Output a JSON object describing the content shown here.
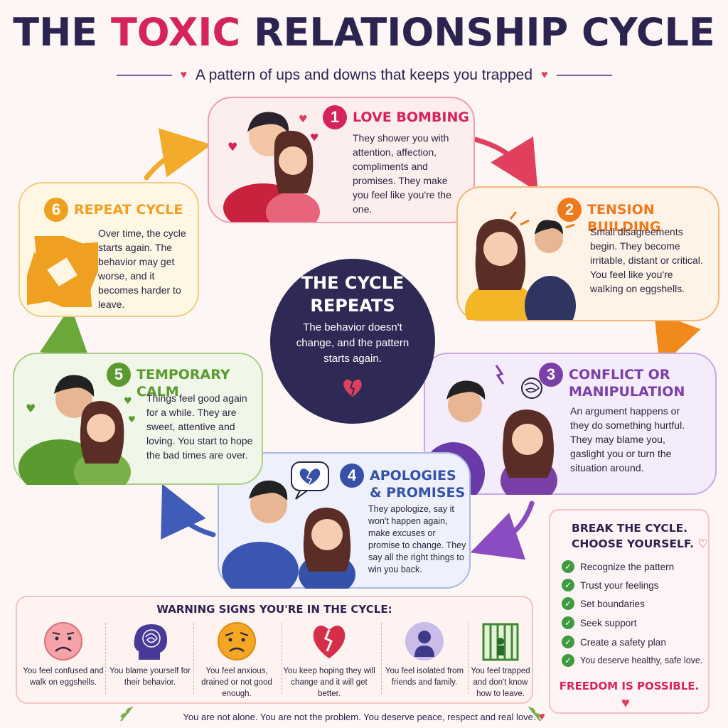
{
  "header": {
    "title_part1": "THE",
    "title_accent": "TOXIC",
    "title_part2": "RELATIONSHIP CYCLE",
    "subtitle": "A pattern of ups and downs that keeps you trapped"
  },
  "center": {
    "title_line1": "THE CYCLE",
    "title_line2": "REPEATS",
    "body": "The behavior doesn't change, and the pattern starts again."
  },
  "steps": [
    {
      "num": "1",
      "title_lines": [
        "LOVE BOMBING"
      ],
      "body": "They shower you with attention, affection, compliments and promises. They make you feel like you're the one.",
      "color": "#d6245a"
    },
    {
      "num": "2",
      "title_lines": [
        "TENSION BUILDING"
      ],
      "body": "Small disagreements begin. They become irritable, distant or critical. You feel like you're walking on eggshells.",
      "color": "#ee7a1c"
    },
    {
      "num": "3",
      "title_lines": [
        "CONFLICT OR",
        "MANIPULATION"
      ],
      "body": "An argument happens or they do something hurtful. They may blame you, gaslight you or turn the situation around.",
      "color": "#7b3fa8"
    },
    {
      "num": "4",
      "title_lines": [
        "APOLOGIES",
        "& PROMISES"
      ],
      "body": "They apologize, say it won't happen again, make excuses or promise to change. They say all the right things to win you back.",
      "color": "#3552a8"
    },
    {
      "num": "5",
      "title_lines": [
        "TEMPORARY CALM"
      ],
      "body": "Things feel good again for a while. They are sweet, attentive and loving. You start to hope the bad times are over.",
      "color": "#5a9a2e"
    },
    {
      "num": "6",
      "title_lines": [
        "REPEAT CYCLE"
      ],
      "body": "Over time, the cycle starts again. The behavior may get worse, and it becomes harder to leave.",
      "color": "#f0a020"
    }
  ],
  "warning": {
    "title": "WARNING SIGNS YOU'RE IN THE CYCLE:",
    "signs": [
      {
        "icon": "sad-face-icon",
        "text": "You feel confused and walk on eggshells."
      },
      {
        "icon": "tangled-head-icon",
        "text": "You blame yourself for their behavior."
      },
      {
        "icon": "worried-face-icon",
        "text": "You feel anxious, drained or not good enough."
      },
      {
        "icon": "broken-heart-icon",
        "text": "You keep hoping they will change and it will get better."
      },
      {
        "icon": "isolated-person-icon",
        "text": "You feel isolated from friends and family."
      },
      {
        "icon": "cage-icon",
        "text": "You feel trapped and don't know how to leave."
      }
    ]
  },
  "break_cycle": {
    "title_line1": "BREAK THE CYCLE.",
    "title_line2": "CHOOSE YOURSELF.",
    "items": [
      "Recognize the pattern",
      "Trust your feelings",
      "Set boundaries",
      "Seek support",
      "Create a safety plan",
      "You deserve healthy, safe love."
    ],
    "freedom": "FREEDOM IS POSSIBLE."
  },
  "footer": {
    "text": "You are not alone. You are not the problem. You deserve peace, respect and real love."
  }
}
